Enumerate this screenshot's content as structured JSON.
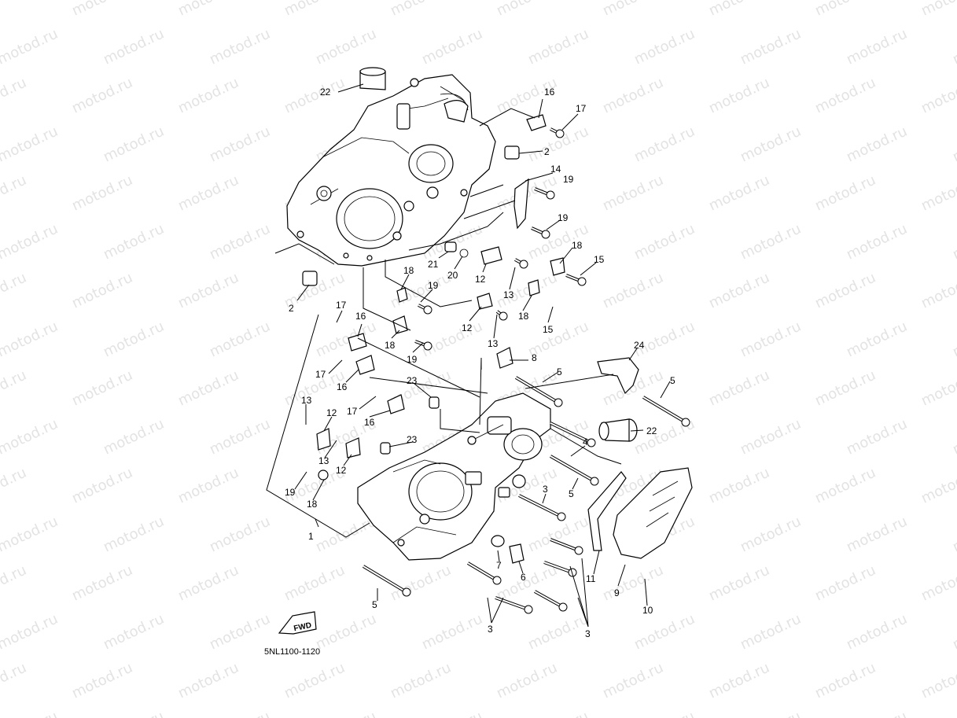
{
  "watermark": "motod.ru",
  "diagram_code": "5NL1100-1120",
  "fwd_label": "FWD",
  "callouts": [
    {
      "id": "c22a",
      "text": "22"
    },
    {
      "id": "c16a",
      "text": "16"
    },
    {
      "id": "c17a",
      "text": "17"
    },
    {
      "id": "c2a",
      "text": "2"
    },
    {
      "id": "c14",
      "text": "14"
    },
    {
      "id": "c19a",
      "text": "19"
    },
    {
      "id": "c19b",
      "text": "19"
    },
    {
      "id": "c18a",
      "text": "18"
    },
    {
      "id": "c15a",
      "text": "15"
    },
    {
      "id": "c21",
      "text": "21"
    },
    {
      "id": "c20",
      "text": "20"
    },
    {
      "id": "c12a",
      "text": "12"
    },
    {
      "id": "c13a",
      "text": "13"
    },
    {
      "id": "c18b",
      "text": "18"
    },
    {
      "id": "c19c",
      "text": "19"
    },
    {
      "id": "c2b",
      "text": "2"
    },
    {
      "id": "c17b",
      "text": "17"
    },
    {
      "id": "c16b",
      "text": "16"
    },
    {
      "id": "c18c",
      "text": "18"
    },
    {
      "id": "c19d",
      "text": "19"
    },
    {
      "id": "c12b",
      "text": "12"
    },
    {
      "id": "c13b",
      "text": "13"
    },
    {
      "id": "c18d",
      "text": "18"
    },
    {
      "id": "c15b",
      "text": "15"
    },
    {
      "id": "c8",
      "text": "8"
    },
    {
      "id": "c5a",
      "text": "5"
    },
    {
      "id": "c24",
      "text": "24"
    },
    {
      "id": "c5b",
      "text": "5"
    },
    {
      "id": "c17c",
      "text": "17"
    },
    {
      "id": "c16c",
      "text": "16"
    },
    {
      "id": "c23a",
      "text": "23"
    },
    {
      "id": "c17d",
      "text": "17"
    },
    {
      "id": "c16d",
      "text": "16"
    },
    {
      "id": "c13c",
      "text": "13"
    },
    {
      "id": "c12c",
      "text": "12"
    },
    {
      "id": "c22b",
      "text": "22"
    },
    {
      "id": "c23b",
      "text": "23"
    },
    {
      "id": "c13d",
      "text": "13"
    },
    {
      "id": "c12d",
      "text": "12"
    },
    {
      "id": "c4",
      "text": "4"
    },
    {
      "id": "c19e",
      "text": "19"
    },
    {
      "id": "c18e",
      "text": "18"
    },
    {
      "id": "c5c",
      "text": "5"
    },
    {
      "id": "c3a",
      "text": "3"
    },
    {
      "id": "c1",
      "text": "1"
    },
    {
      "id": "c7",
      "text": "7"
    },
    {
      "id": "c6",
      "text": "6"
    },
    {
      "id": "c11",
      "text": "11"
    },
    {
      "id": "c9",
      "text": "9"
    },
    {
      "id": "c10",
      "text": "10"
    },
    {
      "id": "c5d",
      "text": "5"
    },
    {
      "id": "c3b",
      "text": "3"
    },
    {
      "id": "c3c",
      "text": "3"
    }
  ]
}
